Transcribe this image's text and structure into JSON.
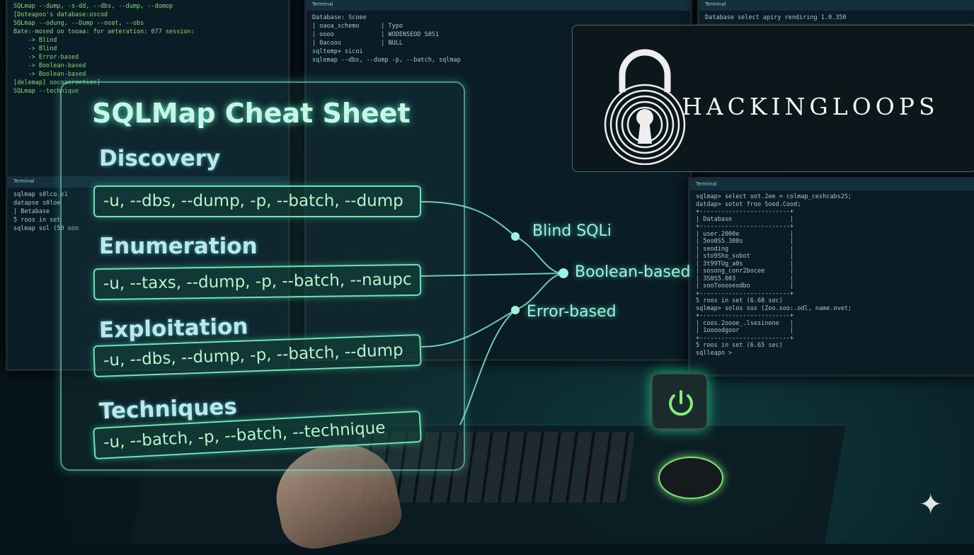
{
  "cheat_sheet": {
    "title": "SQLMap Cheat Sheet",
    "sections": [
      {
        "heading": "Discovery",
        "command": "-u, --dbs, --dump, -p, --batch, --dump"
      },
      {
        "heading": "Enumeration",
        "command": "-u, --taxs, --dump, -p, --batch, --naupc"
      },
      {
        "heading": "Exploitation",
        "command": "-u, --dbs, --dump, -p, --batch, --dump"
      },
      {
        "heading": "Techniques",
        "command": "-u, --batch, -p, --batch, --technique"
      }
    ],
    "techniques": [
      "Blind SQLi",
      "Boolean-based",
      "Error-based"
    ],
    "accent": "#6fe3b8"
  },
  "logo": {
    "text": "HACKINGLOOPS",
    "icon": "padlock-keyhole-icon"
  },
  "left_terminal": {
    "lines": [
      "SQLmap --dump, -s-dd, --dbs, --dump, --domop",
      "[Doteapoo's database:oscod",
      "SQLmap --odung, --Dump --ooat, --obs",
      "Bate:-mosed oo tooaa: for aeteration: 077 session:",
      "    -> Blind",
      "    -> Blind",
      "    -> Error-based",
      "    -> Boolean-based",
      "    -> Boolean-based",
      "[delemap] oocoaeroetioc]",
      "SQLmap --technique"
    ],
    "lower_tab": "Terminal",
    "lower_lines": [
      "sqlmap s0lco.e1",
      "datapse s0loe",
      "| Betabase",
      "5 roos in set",
      "sqlmap sol (50 ooo"
    ]
  },
  "center_terminal": {
    "tab": "Terminal",
    "lines": [
      "Database: Scoee",
      "| oaoa_schemo      | Typo",
      "| oooo             | WODENSEOD S0S1",
      "| 0acooo           | NULL",
      "sqltemp+ sicoi",
      "sqlemap --dbs, --dump -p, --batch, sqlmap"
    ]
  },
  "right_terminal": {
    "tab": "Terminal",
    "lines": [
      "sqlmap> select oot.2ee = colmap_ceshcabs2S;",
      "datdap> sotot froo Soed.Cood;",
      "+-------------------------+",
      "| Database                |",
      "+-------------------------+",
      "| user.2000e              |",
      "| 5eo0S5.300s             |",
      "| seoding                 |",
      "| sto9Sho_sobot           |",
      "| 3t99TUg_a0s             |",
      "| sosong_conr2bocee       |",
      "| 3S0S5.003               |",
      "| sooTooooeodbo           |",
      "+-------------------------+",
      "5 roos in set (6.68 soc)",
      "",
      "sqlmap> solos sos (Zoo.soo:.odl, name.ovet;",
      "+-------------------------+",
      "| coos.2oooe_.lsesinone   |",
      "| 1oooodgoor              |",
      "+-------------------------+",
      "5 roos in set (6.65 sec)",
      "",
      "sqlleapn >"
    ],
    "top_tab": "Terminal",
    "top_line": "Database select apiry rendiring 1.0.350"
  },
  "power_icon": "power-icon",
  "watermark_icon": "sparkle-icon"
}
